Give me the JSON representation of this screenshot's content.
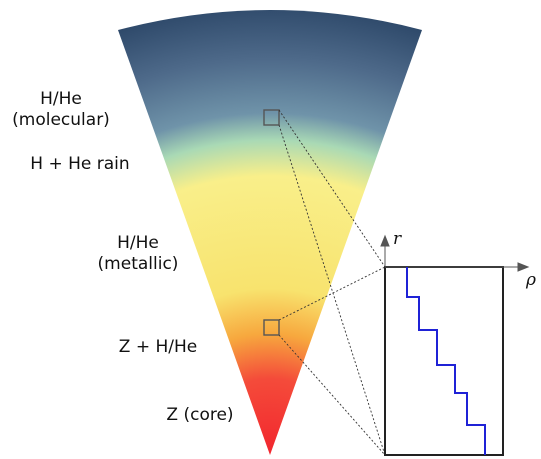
{
  "layers": {
    "molecular_line1": "H/He",
    "molecular_line2": "(molecular)",
    "rain": "H + He rain",
    "metallic_line1": "H/He",
    "metallic_line2": "(metallic)",
    "mix": "Z + H/He",
    "core": "Z (core)"
  },
  "inset": {
    "y_axis_label": "r",
    "x_axis_label": "ρ"
  },
  "colors": {
    "top_space": "#2f4a6b",
    "molecular": "#5e7a99",
    "rain_band": "#7fc6b0",
    "metallic": "#f7e27a",
    "mix": "#f2a23a",
    "core": "#f23a3a",
    "step_line": "#1f22d6"
  }
}
